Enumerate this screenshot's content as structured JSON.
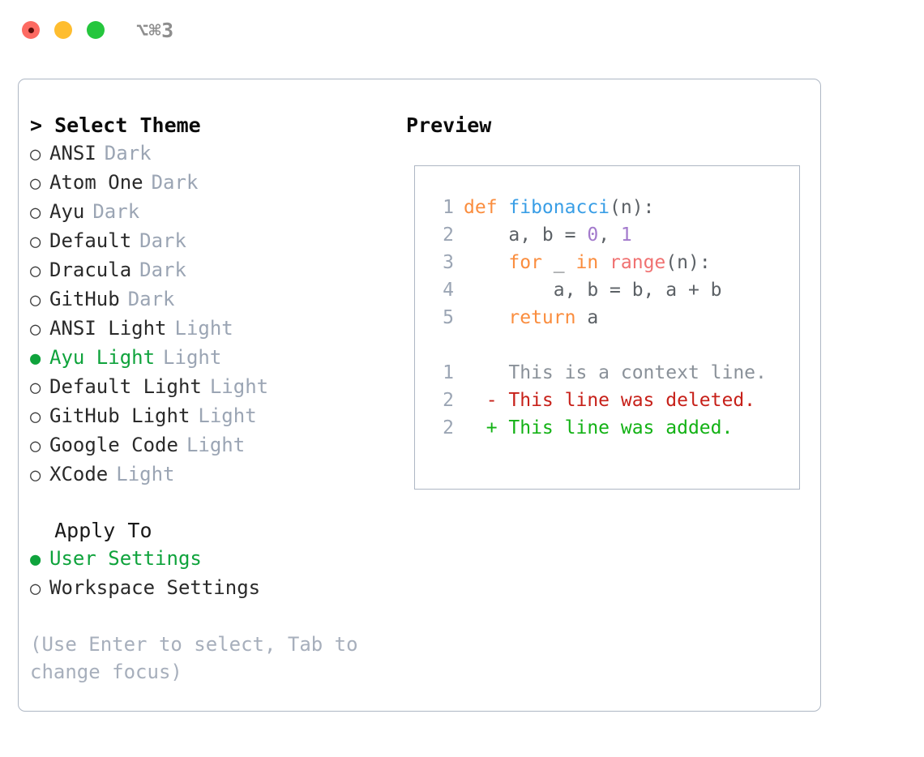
{
  "titlebar": {
    "shortcut": "⌥⌘3",
    "lights": [
      {
        "name": "close",
        "color": "#FD6A62"
      },
      {
        "name": "minimize",
        "color": "#FEBD2F"
      },
      {
        "name": "maximize",
        "color": "#25C63D"
      }
    ]
  },
  "theme_section": {
    "header": "> Select Theme",
    "items": [
      {
        "bullet": "○",
        "label": "ANSI",
        "mode": "Dark",
        "selected": false
      },
      {
        "bullet": "○",
        "label": "Atom One",
        "mode": "Dark",
        "selected": false
      },
      {
        "bullet": "○",
        "label": "Ayu",
        "mode": "Dark",
        "selected": false
      },
      {
        "bullet": "○",
        "label": "Default",
        "mode": "Dark",
        "selected": false
      },
      {
        "bullet": "○",
        "label": "Dracula",
        "mode": "Dark",
        "selected": false
      },
      {
        "bullet": "○",
        "label": "GitHub",
        "mode": "Dark",
        "selected": false
      },
      {
        "bullet": "○",
        "label": "ANSI Light",
        "mode": "Light",
        "selected": false
      },
      {
        "bullet": "●",
        "label": "Ayu Light",
        "mode": "Light",
        "selected": true
      },
      {
        "bullet": "○",
        "label": "Default Light",
        "mode": "Light",
        "selected": false
      },
      {
        "bullet": "○",
        "label": "GitHub Light",
        "mode": "Light",
        "selected": false
      },
      {
        "bullet": "○",
        "label": "Google Code",
        "mode": "Light",
        "selected": false
      },
      {
        "bullet": "○",
        "label": "XCode",
        "mode": "Light",
        "selected": false
      }
    ]
  },
  "apply_section": {
    "header": "  Apply To",
    "items": [
      {
        "bullet": "●",
        "label": "User Settings",
        "selected": true
      },
      {
        "bullet": "○",
        "label": "Workspace Settings",
        "selected": false
      }
    ]
  },
  "hint": "(Use Enter to select, Tab to change focus)",
  "preview": {
    "title": "Preview",
    "code_lines": [
      {
        "num": "1",
        "tokens": [
          {
            "text": "def ",
            "type": "kw"
          },
          {
            "text": "fibonacci",
            "type": "fn"
          },
          {
            "text": "(n):",
            "type": "punc"
          }
        ]
      },
      {
        "num": "2",
        "tokens": [
          {
            "text": "    a, b = ",
            "type": "txt"
          },
          {
            "text": "0",
            "type": "num"
          },
          {
            "text": ", ",
            "type": "txt"
          },
          {
            "text": "1",
            "type": "num"
          }
        ]
      },
      {
        "num": "3",
        "tokens": [
          {
            "text": "    ",
            "type": "txt"
          },
          {
            "text": "for",
            "type": "kw"
          },
          {
            "text": " _ ",
            "type": "txt"
          },
          {
            "text": "in",
            "type": "kw"
          },
          {
            "text": " ",
            "type": "txt"
          },
          {
            "text": "range",
            "type": "call"
          },
          {
            "text": "(n):",
            "type": "punc"
          }
        ]
      },
      {
        "num": "4",
        "tokens": [
          {
            "text": "        a, b = b, a + b",
            "type": "txt"
          }
        ]
      },
      {
        "num": "5",
        "tokens": [
          {
            "text": "    ",
            "type": "txt"
          },
          {
            "text": "return",
            "type": "kw"
          },
          {
            "text": " a",
            "type": "txt"
          }
        ]
      }
    ],
    "diff_lines": [
      {
        "num": "1",
        "marker": "  ",
        "text": "This is a context line.",
        "type": "ctx"
      },
      {
        "num": "2",
        "marker": "- ",
        "text": "This line was deleted.",
        "type": "del"
      },
      {
        "num": "2",
        "marker": "+ ",
        "text": "This line was added.",
        "type": "add"
      }
    ]
  },
  "colors": {
    "accent_green": "#0FA33C",
    "muted": "#9BA5B4",
    "border": "#AEB7C4",
    "keyword": "#FA8D3E",
    "function": "#399EE6",
    "number": "#A37ACC",
    "call": "#F07171",
    "diff_add": "#13B215",
    "diff_del": "#C7211A"
  }
}
